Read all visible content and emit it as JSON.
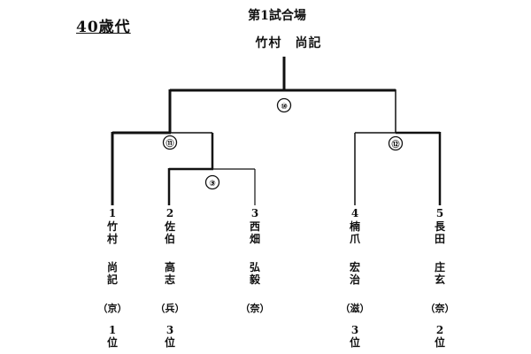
{
  "header": {
    "category": "40歳代",
    "venue": "第1試合場",
    "champion": "竹村　尚記"
  },
  "matches": [
    {
      "id": "m10",
      "label": "⑩"
    },
    {
      "id": "m11",
      "label": "⑪"
    },
    {
      "id": "m12",
      "label": "⑫"
    },
    {
      "id": "m3",
      "label": "③"
    }
  ],
  "players": [
    {
      "seed": "1",
      "family": [
        "竹",
        "村"
      ],
      "given": [
        "尚",
        "記"
      ],
      "pref": "（京）",
      "rank": [
        "1",
        "位"
      ]
    },
    {
      "seed": "2",
      "family": [
        "佐",
        "伯"
      ],
      "given": [
        "高",
        "志"
      ],
      "pref": "（兵）",
      "rank": [
        "3",
        "位"
      ]
    },
    {
      "seed": "3",
      "family": [
        "西",
        "畑"
      ],
      "given": [
        "弘",
        "毅"
      ],
      "pref": "（奈）",
      "rank": [
        "",
        ""
      ]
    },
    {
      "seed": "4",
      "family": [
        "楠",
        "爪"
      ],
      "given": [
        "宏",
        "治"
      ],
      "pref": "（滋）",
      "rank": [
        "3",
        "位"
      ]
    },
    {
      "seed": "5",
      "family": [
        "長",
        "田"
      ],
      "given": [
        "庄",
        "玄"
      ],
      "pref": "（奈）",
      "rank": [
        "2",
        "位"
      ]
    }
  ]
}
